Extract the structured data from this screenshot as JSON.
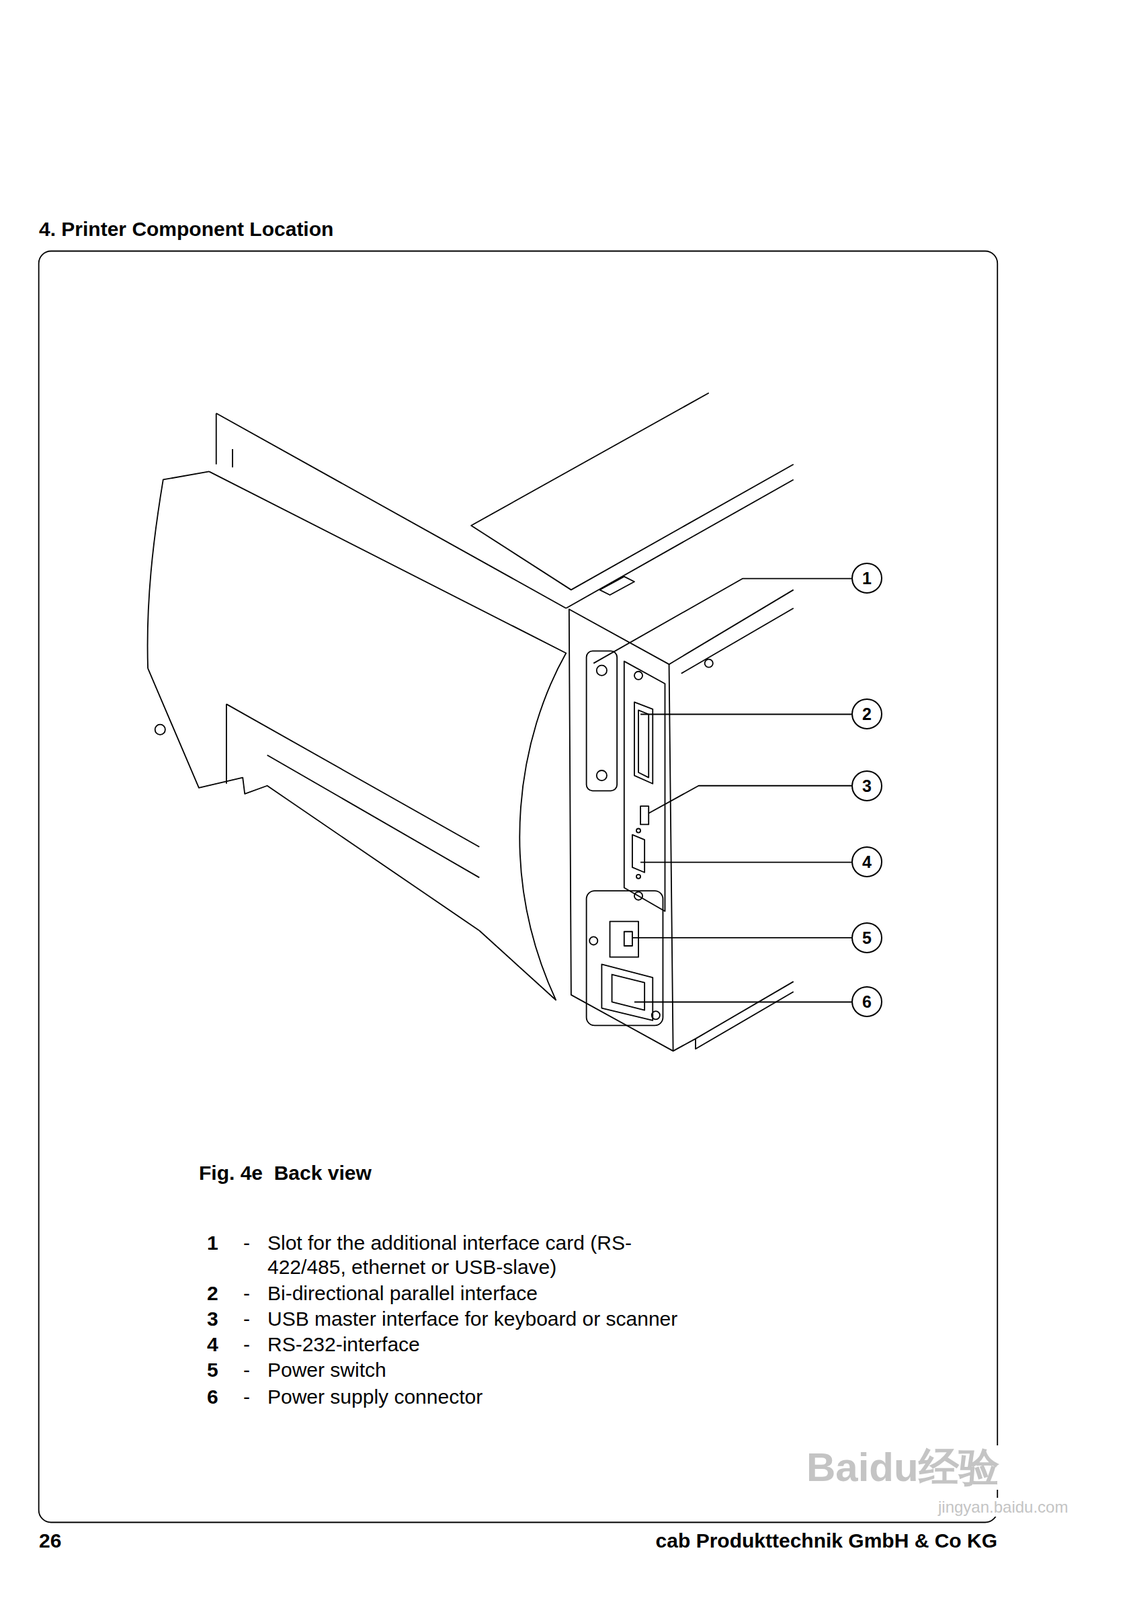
{
  "diagram": {
    "title": "4. Printer Component Location",
    "caption": "Fig. 4e  Back view",
    "nodes": [
      {
        "text": [
          "1"
        ]
      },
      {
        "text": [
          "2"
        ]
      },
      {
        "text": [
          "3"
        ]
      },
      {
        "text": [
          "4"
        ]
      },
      {
        "text": [
          "5"
        ]
      },
      {
        "text": [
          "6"
        ]
      }
    ],
    "labels": [
      "1",
      "-",
      "Slot for the additional interface card (RS-422/485, ethernet or USB-slave)",
      "2",
      "-",
      "Bi-directional parallel interface",
      "3",
      "-",
      "USB master interface for keyboard or scanner",
      "4",
      "-",
      "RS-232-interface",
      "5",
      "-",
      "Power switch",
      "6",
      "-",
      "Power supply connector",
      "26",
      "cab Produkttechnik GmbH & Co KG",
      "Baidu经验",
      "jingyan.baidu.com"
    ]
  }
}
